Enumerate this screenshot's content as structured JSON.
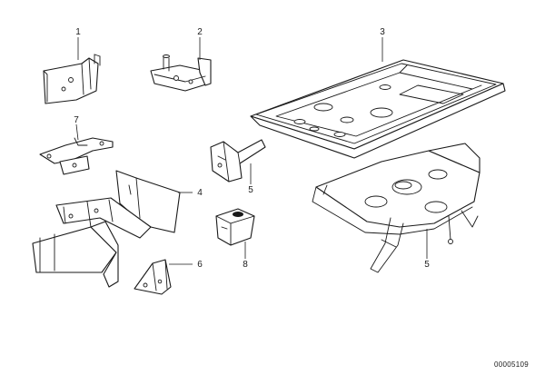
{
  "callouts": [
    "1",
    "2",
    "3",
    "7",
    "4",
    "5",
    "5",
    "8",
    "6"
  ],
  "document_number": "00005109"
}
